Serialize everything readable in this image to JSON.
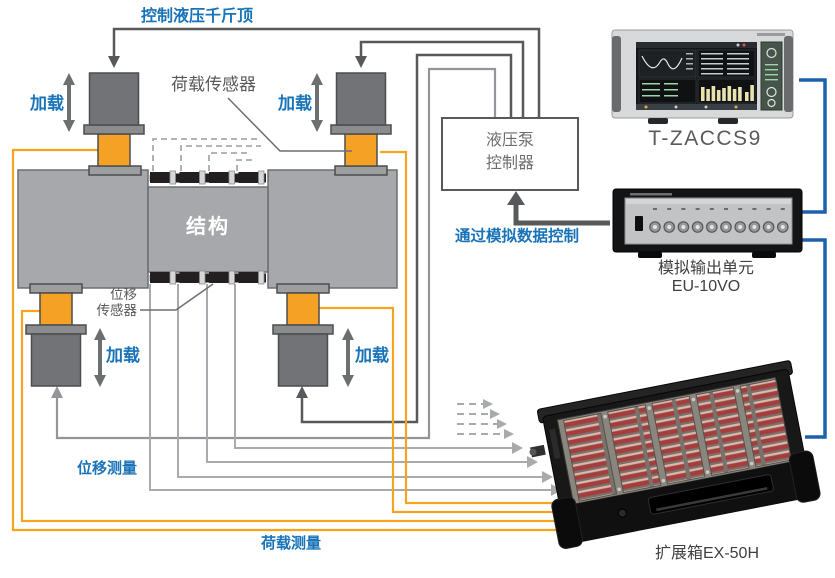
{
  "labels": {
    "control_hydraulic_jack": "控制液压千斤顶",
    "load_sensor": "荷载传感器",
    "loading": "加载",
    "structure": "结构",
    "displacement_sensor_line1": "位移",
    "displacement_sensor_line2": "传感器",
    "pump_controller_line1": "液压泵",
    "pump_controller_line2": "控制器",
    "analog_data_control": "通过模拟数据控制",
    "displacement_measurement": "位移测量",
    "load_measurement": "荷载测量"
  },
  "devices": {
    "daq_model": "T-ZACCS9",
    "analog_output_name": "模拟输出单元",
    "analog_output_model": "EU-10VO",
    "expansion_model": "扩展箱EX-50H"
  },
  "colors": {
    "accent_blue": "#1973b8",
    "connector_blue": "#1b61ad",
    "wire_orange": "#f5a41f",
    "wire_gray": "#a8aaad",
    "line_dark": "#58595b",
    "structure_gray": "#a6a8ab",
    "load_cell_orange": "#f4a126"
  }
}
